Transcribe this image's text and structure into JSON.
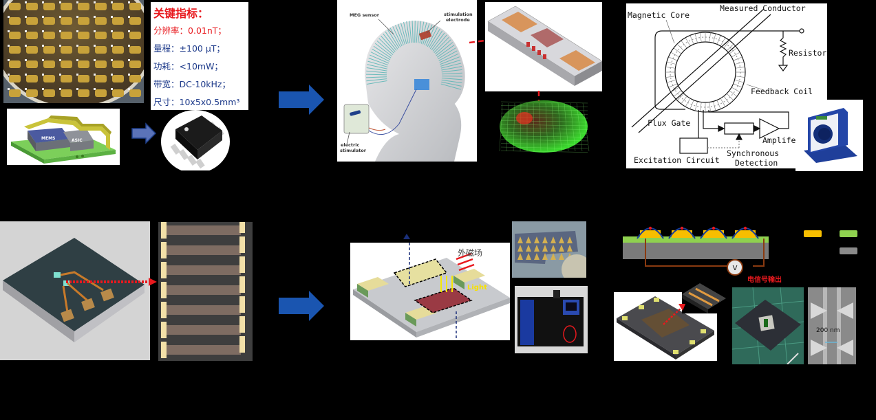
{
  "specs": {
    "title": "关键指标：",
    "lines": [
      {
        "label": "分辨率：",
        "value": "0.01nT；",
        "highlight": true
      },
      {
        "label": "量程：",
        "value": "±100 μT；",
        "highlight": false
      },
      {
        "label": "功耗：",
        "value": "<10mW；",
        "highlight": false
      },
      {
        "label": "带宽：",
        "value": "DC-10kHz；",
        "highlight": false
      },
      {
        "label": "尺寸：",
        "value": "10x5x0.5mm³",
        "highlight": false
      }
    ]
  },
  "package_chip": {
    "mems_label": "MEMS",
    "asic_label": "ASIC"
  },
  "meg_figure": {
    "sensor_label": "MEG sensor",
    "electrode_label_1": "stimulation",
    "electrode_label_2": "electrode",
    "stimulator_label_1": "electric",
    "stimulator_label_2": "stimulator"
  },
  "fluxgate_diagram": {
    "magnetic_core": "Magnetic Core",
    "measured_conductor": "Measured Conductor",
    "resistor": "Resistor",
    "feedback_coil": "Feedback Coil",
    "flux_gate": "Flux Gate",
    "amplifier": "Amplife",
    "excitation_circuit": "Excitation Circuit",
    "synchronous_1": "Synchronous",
    "synchronous_2": "Detection"
  },
  "optical_sensor": {
    "field_label": "外磁场",
    "light_label": "Light"
  },
  "thermo_diagram": {
    "voltmeter": "V",
    "output_label": "电信号输出"
  },
  "sem_image": {
    "scale_label": "200 nm"
  },
  "colors": {
    "arrow_blue": "#1a55b0",
    "arrow_light": "#5b73b8",
    "red_accent": "#e8191e",
    "spec_blue": "#1d3a8a",
    "gold": "#f7be00",
    "green": "#8fd14f",
    "gray": "#8a8a8a"
  },
  "icons": [
    "right-arrow-icon",
    "red-dotted-arrow-icon",
    "voltmeter-icon"
  ]
}
